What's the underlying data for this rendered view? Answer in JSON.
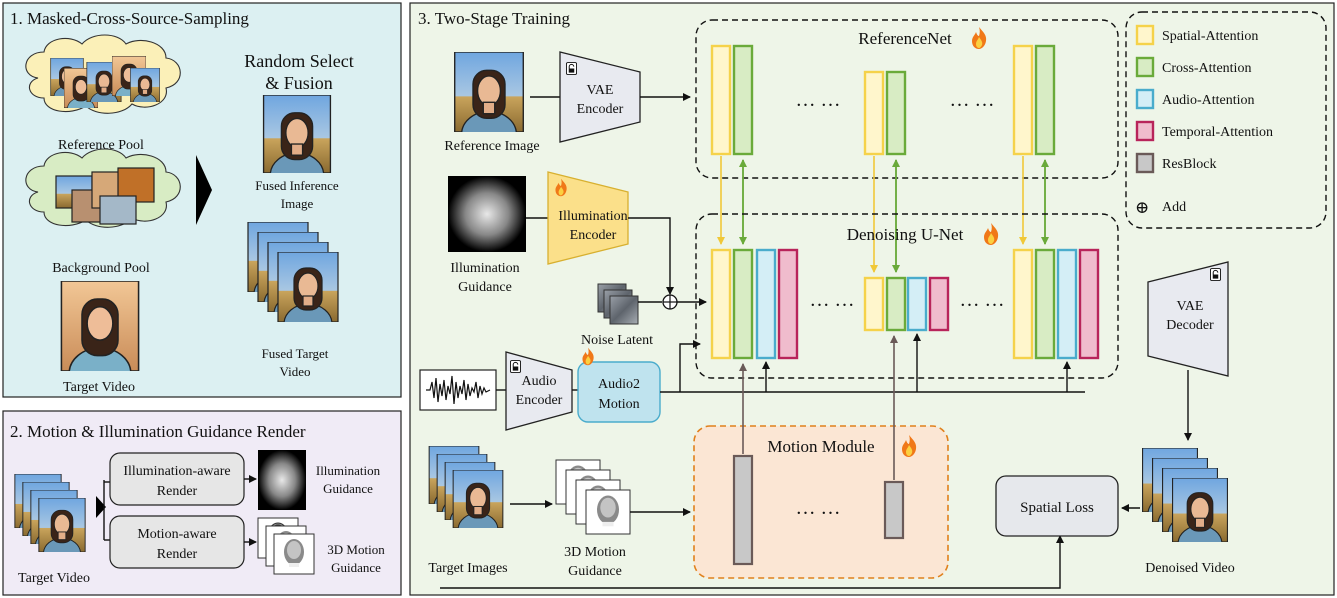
{
  "panels": {
    "p1": {
      "title": "1. Masked-Cross-Source-Sampling",
      "bg": "#dcf0f2"
    },
    "p2": {
      "title": "2. Motion & Illumination Guidance Render",
      "bg": "#f0ebf6"
    },
    "p3": {
      "title": "3. Two-Stage Training",
      "bg": "#eef5e8"
    }
  },
  "p1": {
    "random_select_line1": "Random Select",
    "random_select_line2": "& Fusion",
    "reference_pool": "Reference Pool",
    "background_pool": "Background Pool",
    "target_video": "Target Video",
    "fused_inference_line1": "Fused Inference",
    "fused_inference_line2": "Image",
    "fused_target_line1": "Fused Target",
    "fused_target_line2": "Video"
  },
  "p2": {
    "target_video": "Target Video",
    "illum_render_line1": "Illumination-aware",
    "illum_render_line2": "Render",
    "motion_render_line1": "Motion-aware",
    "motion_render_line2": "Render",
    "illum_guidance_line1": "Illumination",
    "illum_guidance_line2": "Guidance",
    "motion_guidance_line1": "3D Motion",
    "motion_guidance_line2": "Guidance"
  },
  "p3": {
    "reference_image": "Reference Image",
    "vae_encoder_line1": "VAE",
    "vae_encoder_line2": "Encoder",
    "referencenet": "ReferenceNet",
    "denoising_unet": "Denoising U-Net",
    "illum_guidance_line1": "Illumination",
    "illum_guidance_line2": "Guidance",
    "illum_encoder_line1": "Illumination",
    "illum_encoder_line2": "Encoder",
    "noise_latent": "Noise Latent",
    "audio_encoder_line1": "Audio",
    "audio_encoder_line2": "Encoder",
    "audio2motion_line1": "Audio2",
    "audio2motion_line2": "Motion",
    "motion_module": "Motion Module",
    "target_images": "Target Images",
    "motion_guidance_line1": "3D Motion",
    "motion_guidance_line2": "Guidance",
    "spatial_loss": "Spatial Loss",
    "denoised_video": "Denoised Video",
    "vae_decoder_line1": "VAE",
    "vae_decoder_line2": "Decoder",
    "ellipsis": "… …"
  },
  "legend": {
    "items": [
      {
        "label": "Spatial-Attention",
        "color": "#f5d24a",
        "fill": "#fff6cc"
      },
      {
        "label": "Cross-Attention",
        "color": "#6aaa3a",
        "fill": "#d8ecc4"
      },
      {
        "label": "Audio-Attention",
        "color": "#4aaccc",
        "fill": "#d4eef6"
      },
      {
        "label": "Temporal-Attention",
        "color": "#b8245a",
        "fill": "#f0bccd"
      },
      {
        "label": "ResBlock",
        "color": "#6a5a58",
        "fill": "#c8c8c8"
      }
    ],
    "add_symbol": "⊕",
    "add_label": "Add"
  },
  "colors": {
    "spatial": "#f5d24a",
    "cross": "#6aaa3a",
    "audio": "#4aaccc",
    "temporal": "#b8245a",
    "resblock": "#6a5a58",
    "encoder_fill": "#e8eaf0",
    "illum_encoder_fill": "#fbe08a",
    "audio2motion_fill": "#bfe3ee",
    "motion_module_fill": "#fbe6d4",
    "motion_module_border": "#e0801c",
    "fire": "#f07818"
  }
}
